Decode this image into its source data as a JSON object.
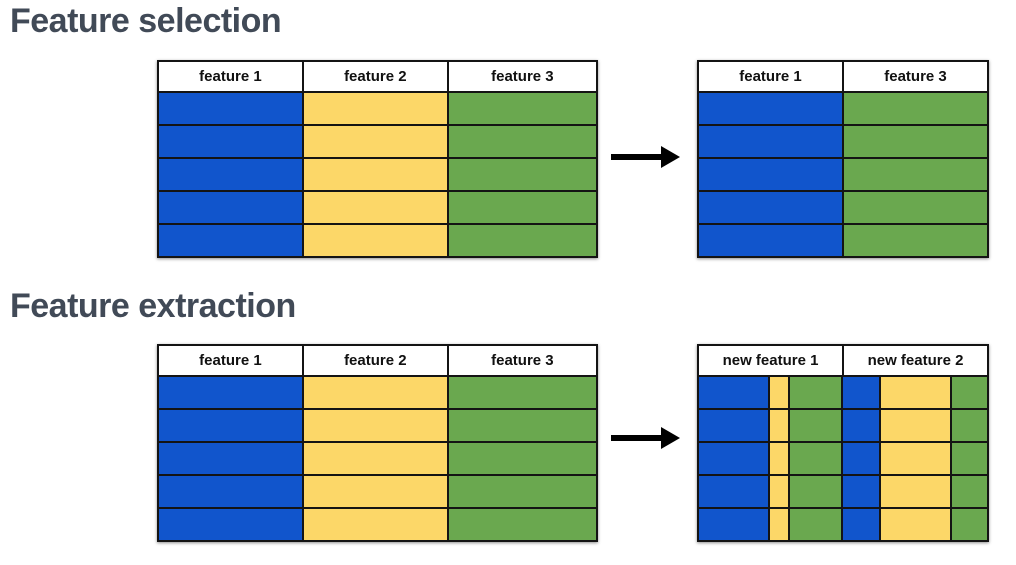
{
  "page": {
    "background": "#ffffff"
  },
  "colors": {
    "blue": "#1155cc",
    "yellow": "#fcd768",
    "green": "#6aa84f",
    "grid": "#141414",
    "heading": "#414a57",
    "arrow": "#000000",
    "header_bg": "#ffffff",
    "header_text": "#111111"
  },
  "sections": [
    {
      "title": "Feature selection"
    },
    {
      "title": "Feature extraction"
    }
  ],
  "arrows": [
    {
      "name": "right-arrow",
      "direction": "right"
    },
    {
      "name": "right-arrow",
      "direction": "right"
    }
  ],
  "tables": {
    "selection_before": {
      "rows": 5,
      "columns": [
        {
          "label": "feature 1",
          "frac": 0.33
        },
        {
          "label": "feature 2",
          "frac": 0.33
        },
        {
          "label": "feature 3",
          "frac": 0.34
        }
      ],
      "stripes": [
        {
          "color": "blue",
          "frac": 0.33
        },
        {
          "color": "yellow",
          "frac": 0.33
        },
        {
          "color": "green",
          "frac": 0.34
        }
      ]
    },
    "selection_after": {
      "rows": 5,
      "columns": [
        {
          "label": "feature 1",
          "frac": 0.5
        },
        {
          "label": "feature 3",
          "frac": 0.5
        }
      ],
      "stripes": [
        {
          "color": "blue",
          "frac": 0.5
        },
        {
          "color": "green",
          "frac": 0.5
        }
      ]
    },
    "extraction_before": {
      "rows": 5,
      "columns": [
        {
          "label": "feature 1",
          "frac": 0.33
        },
        {
          "label": "feature 2",
          "frac": 0.33
        },
        {
          "label": "feature 3",
          "frac": 0.34
        }
      ],
      "stripes": [
        {
          "color": "blue",
          "frac": 0.33
        },
        {
          "color": "yellow",
          "frac": 0.33
        },
        {
          "color": "green",
          "frac": 0.34
        }
      ]
    },
    "extraction_after": {
      "rows": 5,
      "columns": [
        {
          "label": "new feature 1",
          "frac": 0.5
        },
        {
          "label": "new feature 2",
          "frac": 0.5
        }
      ],
      "stripes": [
        {
          "color": "blue",
          "frac": 0.25
        },
        {
          "color": "yellow",
          "frac": 0.066
        },
        {
          "color": "green",
          "frac": 0.184
        },
        {
          "color": "blue",
          "frac": 0.132
        },
        {
          "color": "yellow",
          "frac": 0.25
        },
        {
          "color": "green",
          "frac": 0.128
        }
      ]
    }
  }
}
